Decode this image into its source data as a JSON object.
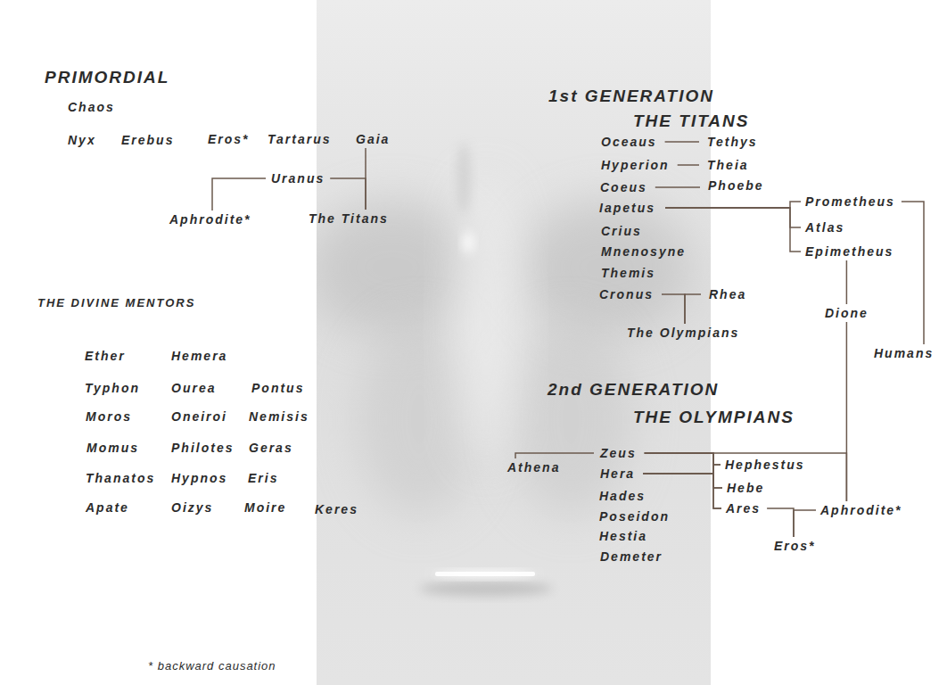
{
  "diagram": {
    "nodes": [
      {
        "text": [
          "Chaos"
        ]
      },
      {
        "text": [
          "Nyx"
        ]
      },
      {
        "text": [
          "Erebus"
        ]
      },
      {
        "text": [
          "Eros*"
        ]
      },
      {
        "text": [
          "Tartarus"
        ]
      },
      {
        "text": [
          "Gaia"
        ]
      },
      {
        "text": [
          "Uranus"
        ]
      },
      {
        "text": [
          "Aphrodite*"
        ]
      },
      {
        "text": [
          "The Titans"
        ]
      },
      {
        "text": [
          "Oceaus"
        ]
      },
      {
        "text": [
          "Tethys"
        ]
      },
      {
        "text": [
          "Hyperion"
        ]
      },
      {
        "text": [
          "Theia"
        ]
      },
      {
        "text": [
          "Coeus"
        ]
      },
      {
        "text": [
          "Phoebe"
        ]
      },
      {
        "text": [
          "Iapetus"
        ]
      },
      {
        "text": [
          "Crius"
        ]
      },
      {
        "text": [
          "Mnenosyne"
        ]
      },
      {
        "text": [
          "Themis"
        ]
      },
      {
        "text": [
          "Cronus"
        ]
      },
      {
        "text": [
          "Rhea"
        ]
      },
      {
        "text": [
          "The Olympians"
        ]
      },
      {
        "text": [
          "Prometheus"
        ]
      },
      {
        "text": [
          "Atlas"
        ]
      },
      {
        "text": [
          "Epimetheus"
        ]
      },
      {
        "text": [
          "Dione"
        ]
      },
      {
        "text": [
          "Humans"
        ]
      },
      {
        "text": [
          "Ether"
        ]
      },
      {
        "text": [
          "Hemera"
        ]
      },
      {
        "text": [
          "Typhon"
        ]
      },
      {
        "text": [
          "Ourea"
        ]
      },
      {
        "text": [
          "Pontus"
        ]
      },
      {
        "text": [
          "Moros"
        ]
      },
      {
        "text": [
          "Oneiroi"
        ]
      },
      {
        "text": [
          "Nemisis"
        ]
      },
      {
        "text": [
          "Momus"
        ]
      },
      {
        "text": [
          "Philotes"
        ]
      },
      {
        "text": [
          "Geras"
        ]
      },
      {
        "text": [
          "Thanatos"
        ]
      },
      {
        "text": [
          "Hypnos"
        ]
      },
      {
        "text": [
          "Eris"
        ]
      },
      {
        "text": [
          "Apate"
        ]
      },
      {
        "text": [
          "Oizys"
        ]
      },
      {
        "text": [
          "Moire"
        ]
      },
      {
        "text": [
          "Keres"
        ]
      },
      {
        "text": [
          "Athena"
        ]
      },
      {
        "text": [
          "Zeus"
        ]
      },
      {
        "text": [
          "Hera"
        ]
      },
      {
        "text": [
          "Hades"
        ]
      },
      {
        "text": [
          "Poseidon"
        ]
      },
      {
        "text": [
          "Hestia"
        ]
      },
      {
        "text": [
          "Demeter"
        ]
      },
      {
        "text": [
          "Hephestus"
        ]
      },
      {
        "text": [
          "Hebe"
        ]
      },
      {
        "text": [
          "Ares"
        ]
      },
      {
        "text": [
          "Aphrodite*"
        ]
      },
      {
        "text": [
          "Eros*"
        ]
      }
    ],
    "edges": [
      {
        "from": 5,
        "to": 8,
        "arrow": "none"
      },
      {
        "from": 6,
        "to": 8,
        "arrow": "none"
      },
      {
        "from": 6,
        "to": 7,
        "arrow": "none"
      },
      {
        "from": 9,
        "to": 10,
        "arrow": "none"
      },
      {
        "from": 11,
        "to": 12,
        "arrow": "none"
      },
      {
        "from": 13,
        "to": 14,
        "arrow": "none"
      },
      {
        "from": 15,
        "to": 22,
        "arrow": "none"
      },
      {
        "from": 15,
        "to": 23,
        "arrow": "none"
      },
      {
        "from": 15,
        "to": 24,
        "arrow": "none"
      },
      {
        "from": 19,
        "to": 21,
        "arrow": "none"
      },
      {
        "from": 20,
        "to": 21,
        "arrow": "none"
      },
      {
        "from": 22,
        "to": 26,
        "arrow": "none"
      },
      {
        "from": 24,
        "to": 25,
        "arrow": "none"
      },
      {
        "from": 25,
        "to": 55,
        "arrow": "none"
      },
      {
        "from": 46,
        "to": 55,
        "arrow": "none"
      },
      {
        "from": 46,
        "to": 45,
        "arrow": "none"
      },
      {
        "from": 46,
        "to": 52,
        "arrow": "none"
      },
      {
        "from": 46,
        "to": 53,
        "arrow": "none"
      },
      {
        "from": 46,
        "to": 54,
        "arrow": "none"
      },
      {
        "from": 47,
        "to": 52,
        "arrow": "none"
      },
      {
        "from": 47,
        "to": 53,
        "arrow": "none"
      },
      {
        "from": 47,
        "to": 54,
        "arrow": "none"
      },
      {
        "from": 54,
        "to": 56,
        "arrow": "none"
      },
      {
        "from": 55,
        "to": 56,
        "arrow": "none"
      }
    ],
    "labels": [
      "PRIMORDIAL",
      "1st GENERATION",
      "THE TITANS",
      "THE DIVINE MENTORS",
      "2nd GENERATION",
      "THE OLYMPIANS",
      "* backward causation"
    ]
  }
}
